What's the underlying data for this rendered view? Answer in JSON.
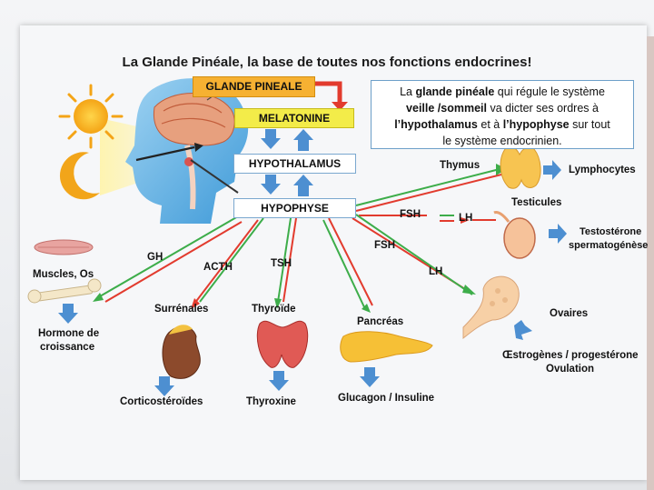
{
  "title": "La Glande Pinéale, la base de toutes nos fonctions endocrines!",
  "boxes": {
    "pineale": "GLANDE PINEALE",
    "melatonine": "MELATONINE",
    "hypothalamus": "HYPOTHALAMUS",
    "hypophyse": "HYPOPHYSE"
  },
  "info": {
    "t1": "La ",
    "b1": "glande pinéale",
    "t2": " qui régule le système",
    "b2": "veille /sommeil",
    "t3": " va dicter ses ordres à",
    "b3": "l’hypothalamus",
    "t4": " et à ",
    "b4": "l’hypophyse",
    "t5": " sur tout",
    "t6": "le système endocrinien."
  },
  "labels": {
    "thymus": "Thymus",
    "lymphocytes": "Lymphocytes",
    "testicules": "Testicules",
    "fsh1": "FSH",
    "lh1": "LH",
    "testosterone1": "Testostérone",
    "testosterone2": "spermatogénèse",
    "fsh2": "FSH",
    "lh2": "LH",
    "ovaires": "Ovaires",
    "oestro1": "Œstrogènes / progestérone",
    "oestro2": "Ovulation",
    "pancreas": "Pancréas",
    "glucagon": "Glucagon / Insuline",
    "tsh": "TSH",
    "thyroide": "Thyroïde",
    "thyroxine": "Thyroxine",
    "acth": "ACTH",
    "surrenales": "Surrénales",
    "cortico": "Corticostéroïdes",
    "gh": "GH",
    "muscles": "Muscles, Os",
    "hormone1": "Hormone de",
    "hormone2": "croissance"
  },
  "colors": {
    "green": "#3dad4a",
    "red": "#e23b2e",
    "blue_arrow": "#4d8fd1",
    "pineale": "#f6b132",
    "melatonine": "#f3ec49"
  },
  "icons": {
    "sun": "sun-icon",
    "moon": "moon-icon",
    "head": "head-brain-icon"
  }
}
